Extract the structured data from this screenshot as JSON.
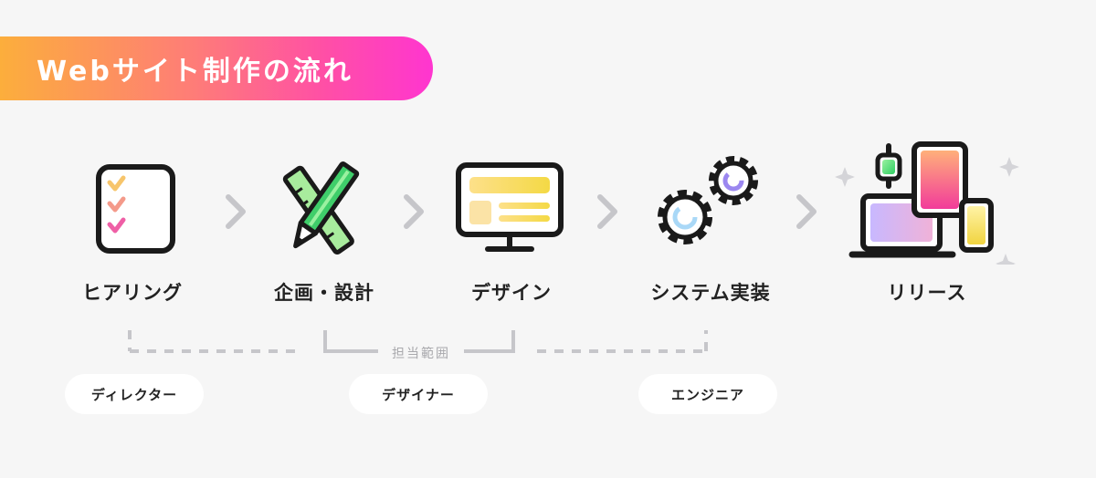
{
  "title": "Webサイト制作の流れ",
  "steps": [
    {
      "label": "ヒアリング",
      "icon": "checklist-icon"
    },
    {
      "label": "企画・設計",
      "icon": "pencil-ruler-icon"
    },
    {
      "label": "デザイン",
      "icon": "monitor-icon"
    },
    {
      "label": "システム実装",
      "icon": "gears-icon"
    },
    {
      "label": "リリース",
      "icon": "devices-icon"
    }
  ],
  "range_label": "担当範囲",
  "roles": [
    {
      "label": "ディレクター"
    },
    {
      "label": "デザイナー"
    },
    {
      "label": "エンジニア"
    }
  ],
  "colors": {
    "banner_start": "#fcae3c",
    "banner_end": "#ff35d0",
    "outline": "#1a1a1a",
    "arrow": "#c6c6ca",
    "dash": "#c6c6ca"
  }
}
